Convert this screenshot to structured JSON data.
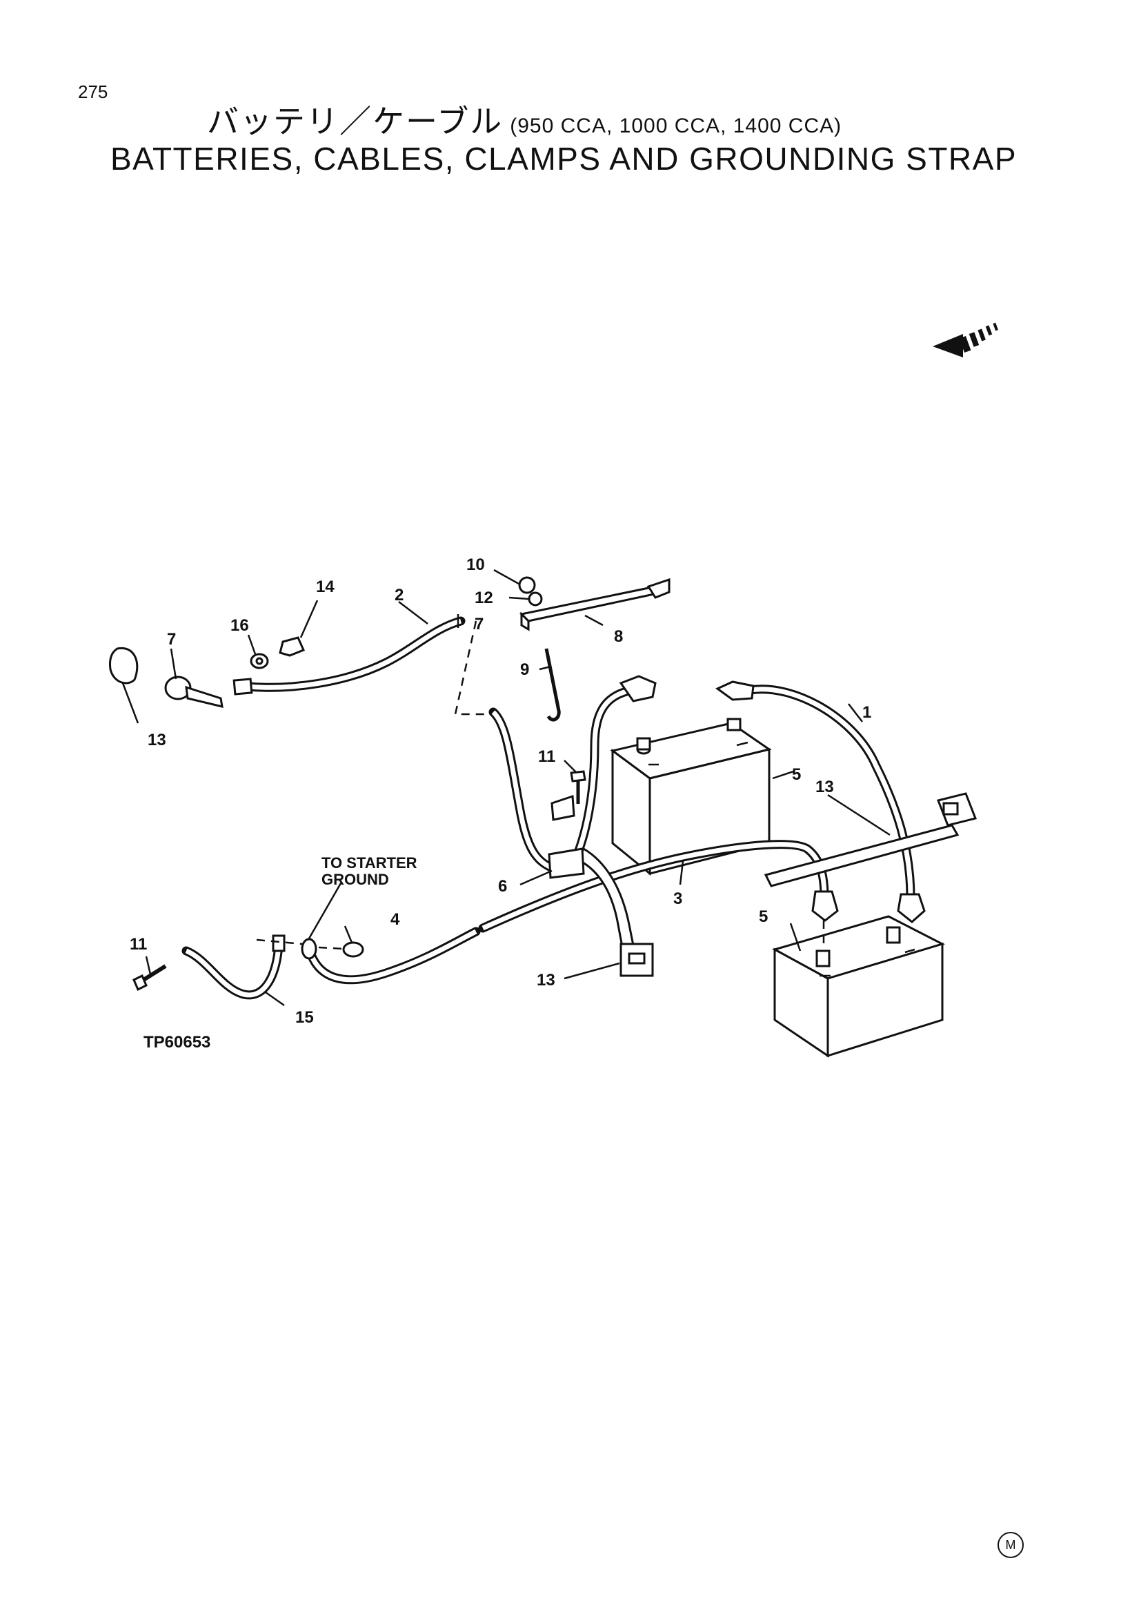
{
  "page_number": "275",
  "title_jp": "バッテリ／ケーブル",
  "title_jp_sub": "(950 CCA, 1000 CCA, 1400 CCA)",
  "title_en": "BATTERIES, CABLES, CLAMPS AND GROUNDING STRAP",
  "diagram_code": "TP60653",
  "callout_text": "TO STARTER GROUND",
  "mark_symbol": "M",
  "labels": {
    "n1": "1",
    "n2": "2",
    "n3": "3",
    "n4": "4",
    "n5a": "5",
    "n5b": "5",
    "n6": "6",
    "n7a": "7",
    "n7b": "7",
    "n8": "8",
    "n9": "9",
    "n10": "10",
    "n11a": "11",
    "n11b": "11",
    "n12": "12",
    "n13a": "13",
    "n13b": "13",
    "n13c": "13",
    "n14": "14",
    "n15": "15",
    "n16": "16"
  },
  "icons": {
    "direction": "arrow-left-icon",
    "mark": "circled-m-icon"
  }
}
